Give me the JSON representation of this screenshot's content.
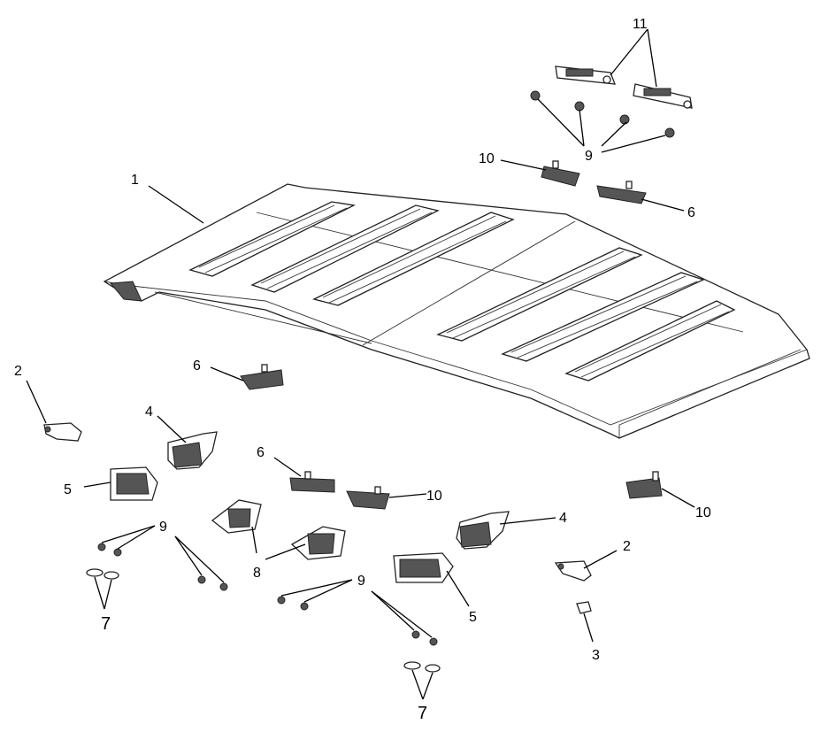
{
  "callouts": [
    {
      "id": "c1",
      "text": "1"
    },
    {
      "id": "c2a",
      "text": "2"
    },
    {
      "id": "c2b",
      "text": "2"
    },
    {
      "id": "c3",
      "text": "3"
    },
    {
      "id": "c4a",
      "text": "4"
    },
    {
      "id": "c4b",
      "text": "4"
    },
    {
      "id": "c5a",
      "text": "5"
    },
    {
      "id": "c5b",
      "text": "5"
    },
    {
      "id": "c6a",
      "text": "6"
    },
    {
      "id": "c6b",
      "text": "6"
    },
    {
      "id": "c6c",
      "text": "6"
    },
    {
      "id": "c7a",
      "text": "7"
    },
    {
      "id": "c7b",
      "text": "7"
    },
    {
      "id": "c8",
      "text": "8"
    },
    {
      "id": "c9a",
      "text": "9"
    },
    {
      "id": "c9b",
      "text": "9"
    },
    {
      "id": "c9c",
      "text": "9"
    },
    {
      "id": "c10a",
      "text": "10"
    },
    {
      "id": "c10b",
      "text": "10"
    },
    {
      "id": "c10c",
      "text": "10"
    },
    {
      "id": "c11",
      "text": "11"
    }
  ]
}
